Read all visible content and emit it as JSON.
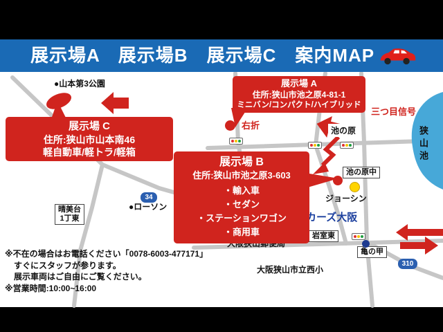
{
  "header": {
    "title": "展示場A　展示場B　展示場C　案内MAP"
  },
  "callouts": {
    "a": {
      "title": "展示場 A",
      "address": "住所:狭山市池之原4-81-1",
      "vehicles": "ミニバン/コンパクト/ハイブリッド"
    },
    "b": {
      "title": "展示場 B",
      "address": "住所:狭山市池之原3-603",
      "items": [
        "・輸入車",
        "・セダン",
        "・ステーションワゴン",
        "・商用車"
      ]
    },
    "c": {
      "title": "展示場 C",
      "address": "住所:狭山市山本南46",
      "vehicles": "軽自動車/軽トラ/軽箱"
    }
  },
  "labels": {
    "park": "●山本第3公園",
    "right_turn": "右折",
    "third_signal": "三つ目信号",
    "ikenohara": "池の原",
    "ikenohara_naka": "池の原中",
    "sayama_lake": "狭山池",
    "joshin": "ジョーシン",
    "harumidai_line1": "晴美台",
    "harumidai_line2": "1丁東",
    "lawson": "●ローソン",
    "cars_osaka": "カーズ大阪",
    "post_office": "大阪狭山郵便局",
    "iwamuro_higashi": "岩室東",
    "kame_no_kou": "亀の甲",
    "nishi_elementary": "大阪狭山市立西小",
    "route_34": "34",
    "route_310": "310"
  },
  "notes": {
    "line1": "※不在の場合はお電話ください「0078-6003-477171」",
    "line2": "すぐにスタッフが参ります。",
    "line3": "展示車両はご自由にご覧ください。",
    "line4": "※営業時間:10:00~16:00"
  },
  "colors": {
    "header_blue": "#1a6ab5",
    "callout_red": "#d0241e",
    "lake_blue": "#47a8d8",
    "dealer_name_blue": "#1b3f9e",
    "route_shield_blue": "#2b5fb0"
  }
}
